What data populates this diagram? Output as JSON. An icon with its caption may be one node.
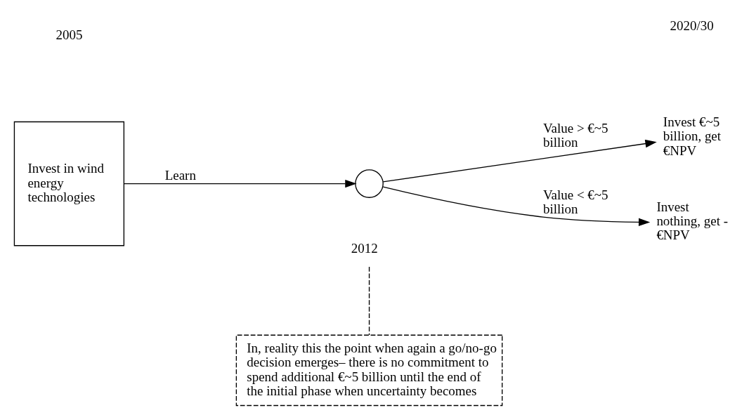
{
  "diagram": {
    "nodes": [
      {
        "text": [
          "2012"
        ]
      },
      {
        "text": [
          "Invest in wind energy technologies"
        ]
      },
      {
        "text": [],
        "shape": "circle"
      },
      {
        "text": [
          "Invest €~5 billion, get €NPV"
        ]
      },
      {
        "text": [
          "Invest nothing, get - €NPV"
        ]
      },
      {
        "text": [
          "In, reality this the point when again a go/no-go decision emerges– there is no commitment to spend additional €~5 billion until the end of the initial phase when uncertainty becomes"
        ]
      }
    ],
    "edges": [
      {
        "from": 1,
        "to": 2,
        "arrow": "to",
        "label": "Learn"
      },
      {
        "from": 2,
        "to": 3,
        "arrow": "to",
        "label": "Value > €~5 billion"
      },
      {
        "from": 2,
        "to": 4,
        "arrow": "to",
        "label": "Value < €~5 billion"
      },
      {
        "from": 0,
        "to": 5,
        "arrow": "none",
        "style": "dashed"
      }
    ],
    "labels": [
      "2005",
      "2020/30"
    ]
  }
}
